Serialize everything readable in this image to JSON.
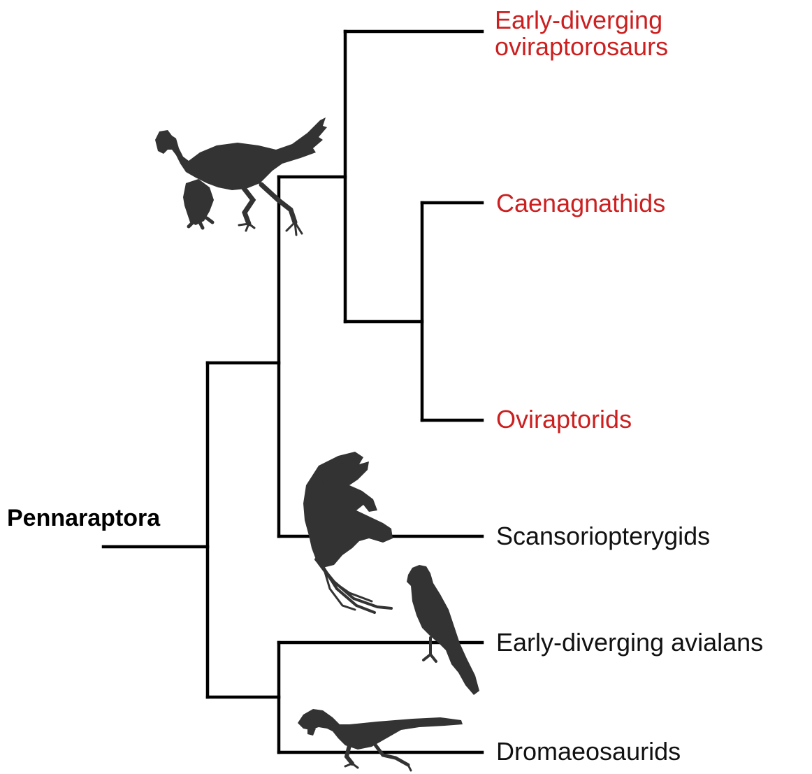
{
  "clade": {
    "name": "Pennaraptora"
  },
  "taxa": [
    {
      "key": "early_oviraptorosaurs",
      "line1": "Early-diverging",
      "line2": "oviraptorosaurs",
      "color": "#cc1f1f"
    },
    {
      "key": "caenagnathids",
      "line1": "Caenagnathids",
      "color": "#cc1f1f"
    },
    {
      "key": "oviraptorids",
      "line1": "Oviraptorids",
      "color": "#cc1f1f"
    },
    {
      "key": "scansoriopterygids",
      "line1": "Scansoriopterygids",
      "color": "#111111"
    },
    {
      "key": "early_avialans",
      "line1": "Early-diverging avialans",
      "color": "#111111"
    },
    {
      "key": "dromaeosaurids",
      "line1": "Dromaeosaurids",
      "color": "#111111"
    }
  ],
  "silhouettes": [
    {
      "name": "oviraptorosaur-silhouette-icon"
    },
    {
      "name": "scansoriopterygid-silhouette-icon"
    },
    {
      "name": "bird-silhouette-icon"
    },
    {
      "name": "dromaeosaur-silhouette-icon"
    }
  ],
  "colors": {
    "highlight": "#cc1f1f",
    "default_text": "#111111",
    "branches": "#000000",
    "silhouettes": "#333333"
  }
}
